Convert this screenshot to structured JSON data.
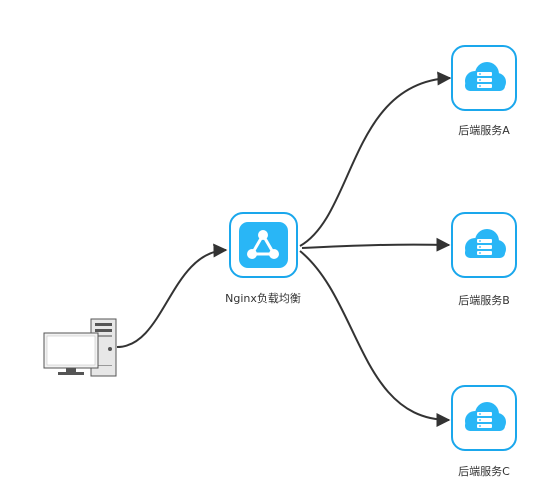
{
  "diagram": {
    "nodes": {
      "client": {
        "label": "",
        "icon": "desktop-computer-icon"
      },
      "nginx": {
        "label": "Nginx负载均衡",
        "icon": "share-network-icon"
      },
      "backend_a": {
        "label": "后端服务A",
        "icon": "cloud-server-icon"
      },
      "backend_b": {
        "label": "后端服务B",
        "icon": "cloud-server-icon"
      },
      "backend_c": {
        "label": "后端服务C",
        "icon": "cloud-server-icon"
      }
    },
    "edges": [
      {
        "from": "client",
        "to": "nginx"
      },
      {
        "from": "nginx",
        "to": "backend_a"
      },
      {
        "from": "nginx",
        "to": "backend_b"
      },
      {
        "from": "nginx",
        "to": "backend_c"
      }
    ],
    "colors": {
      "accent": "#1aa7ec",
      "accent_fill": "#29b6f6",
      "box_fill": "#ffffff",
      "edge": "#333333",
      "label": "#333333"
    }
  }
}
